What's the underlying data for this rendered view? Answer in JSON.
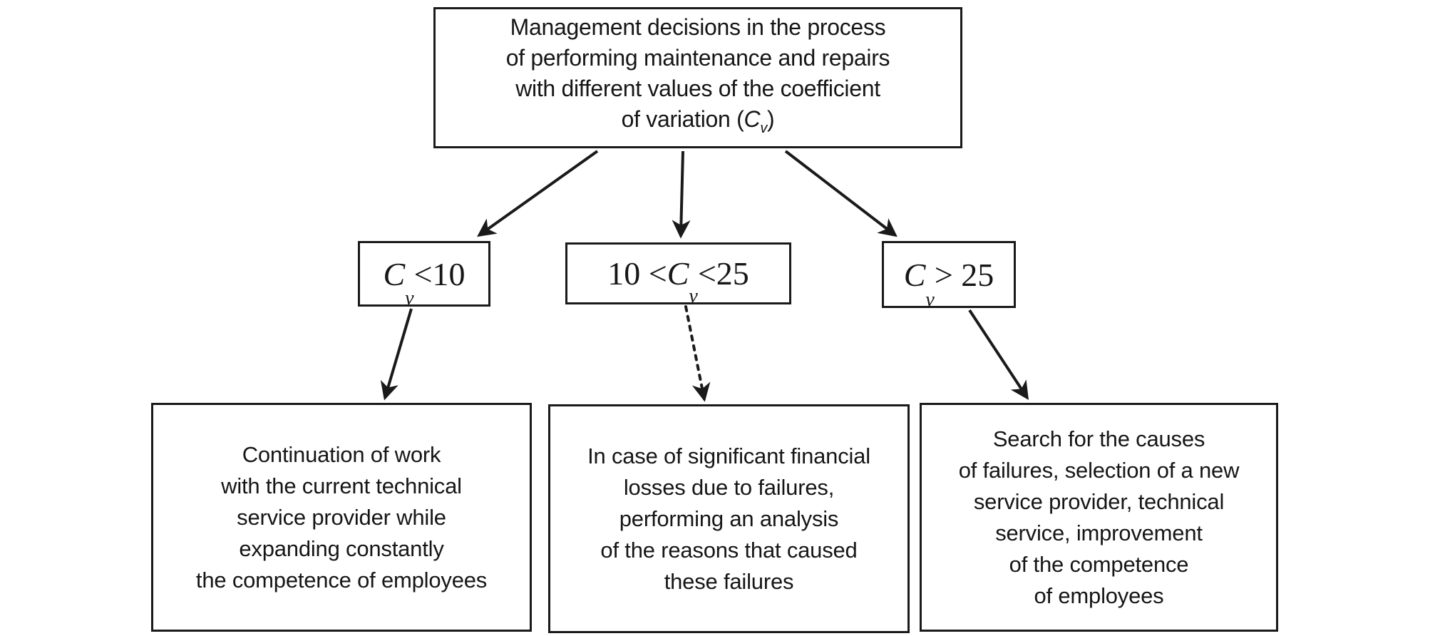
{
  "figure": {
    "background": "#ffffff",
    "ink_color": "#1a1a1a"
  },
  "root_box": {
    "lines": [
      "Management decisions in the process",
      "of performing maintenance and repairs",
      "with different values of the coefficient"
    ],
    "formula_line": {
      "pre": "of variation (",
      "var": "C",
      "sub": "v",
      "post": ")"
    }
  },
  "condition_boxes": [
    {
      "pre": "",
      "var": "C",
      "sub": "v",
      "post": "<10"
    },
    {
      "pre": "10 <",
      "var": "C",
      "sub": "v",
      "post": "<25"
    },
    {
      "pre": "",
      "var": "C",
      "sub": "v",
      "post": "> 25"
    }
  ],
  "outcome_boxes": [
    {
      "lines": [
        "Continuation of work",
        "with the current technical",
        "service provider while",
        "expanding constantly",
        "the competence of employees"
      ]
    },
    {
      "lines": [
        "In case of significant financial",
        "losses due to failures,",
        "performing an analysis",
        "of the reasons that caused",
        "these failures"
      ]
    },
    {
      "lines": [
        "Search for the causes",
        "of failures, selection of a new",
        "service provider, technical",
        "service, improvement",
        "of the competence",
        "of employees"
      ]
    }
  ]
}
